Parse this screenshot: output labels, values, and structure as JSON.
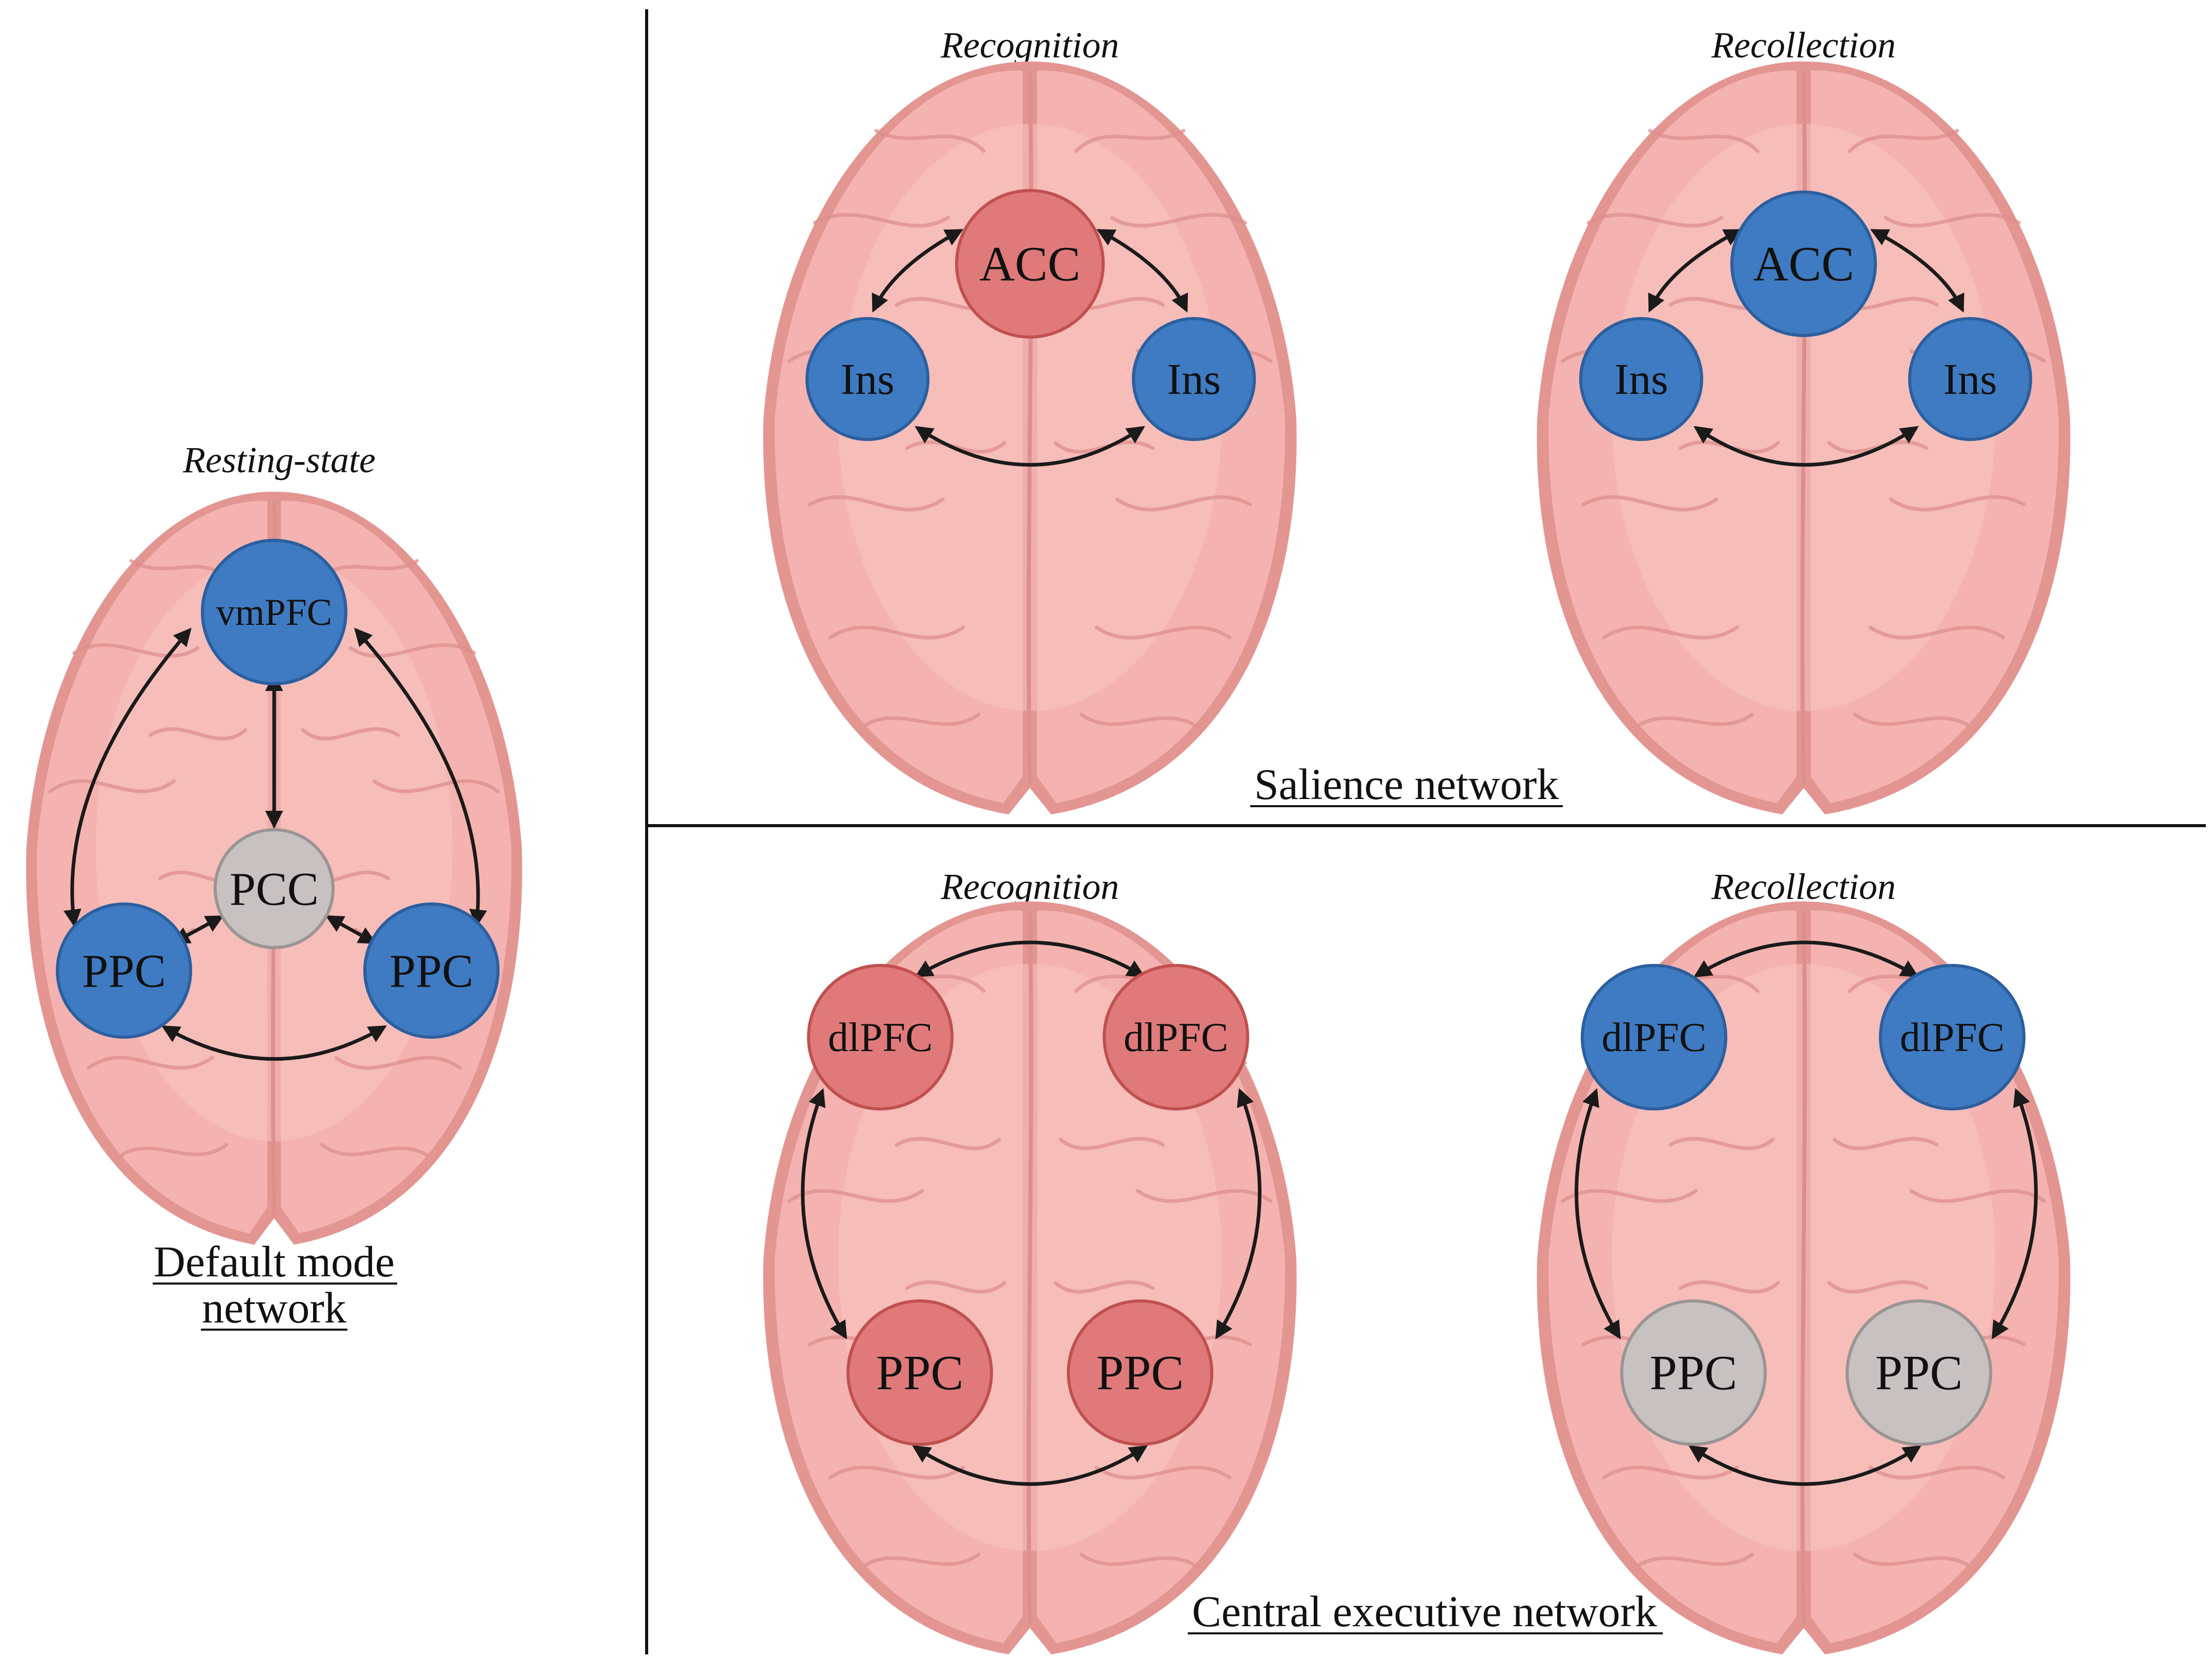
{
  "colors": {
    "active": "#3f7bc2",
    "active_stroke": "#2b5f9e",
    "increased": "#e07a7a",
    "increased_stroke": "#c0504f",
    "inactive": "#c7c2c1",
    "inactive_stroke": "#9a9493",
    "brain_fill": "#f4b3b0",
    "brain_lobe": "#f7c5c1",
    "brain_outline": "#e39592",
    "brain_sulci": "#dd8f8c"
  },
  "default_mode": {
    "condition": "Resting-state",
    "title_lines": [
      "Default mode",
      "network"
    ],
    "nodes": {
      "vmpfc": {
        "label": "vmPFC",
        "state": "active"
      },
      "pcc": {
        "label": "PCC",
        "state": "inactive"
      },
      "ppc_left": {
        "label": "PPC",
        "state": "active"
      },
      "ppc_right": {
        "label": "PPC",
        "state": "active"
      }
    }
  },
  "salience": {
    "title": "Salience network",
    "recognition": {
      "condition": "Recognition",
      "acc": {
        "label": "ACC",
        "state": "increased"
      },
      "ins_left": {
        "label": "Ins",
        "state": "active"
      },
      "ins_right": {
        "label": "Ins",
        "state": "active"
      }
    },
    "recollection": {
      "condition": "Recollection",
      "acc": {
        "label": "ACC",
        "state": "active"
      },
      "ins_left": {
        "label": "Ins",
        "state": "active"
      },
      "ins_right": {
        "label": "Ins",
        "state": "active"
      }
    }
  },
  "central_executive": {
    "title": "Central executive network",
    "recognition": {
      "condition": "Recognition",
      "dlpfc_left": {
        "label": "dlPFC",
        "state": "increased"
      },
      "dlpfc_right": {
        "label": "dlPFC",
        "state": "increased"
      },
      "ppc_left": {
        "label": "PPC",
        "state": "increased"
      },
      "ppc_right": {
        "label": "PPC",
        "state": "increased"
      }
    },
    "recollection": {
      "condition": "Recollection",
      "dlpfc_left": {
        "label": "dlPFC",
        "state": "active"
      },
      "dlpfc_right": {
        "label": "dlPFC",
        "state": "active"
      },
      "ppc_left": {
        "label": "PPC",
        "state": "inactive"
      },
      "ppc_right": {
        "label": "PPC",
        "state": "inactive"
      }
    }
  }
}
